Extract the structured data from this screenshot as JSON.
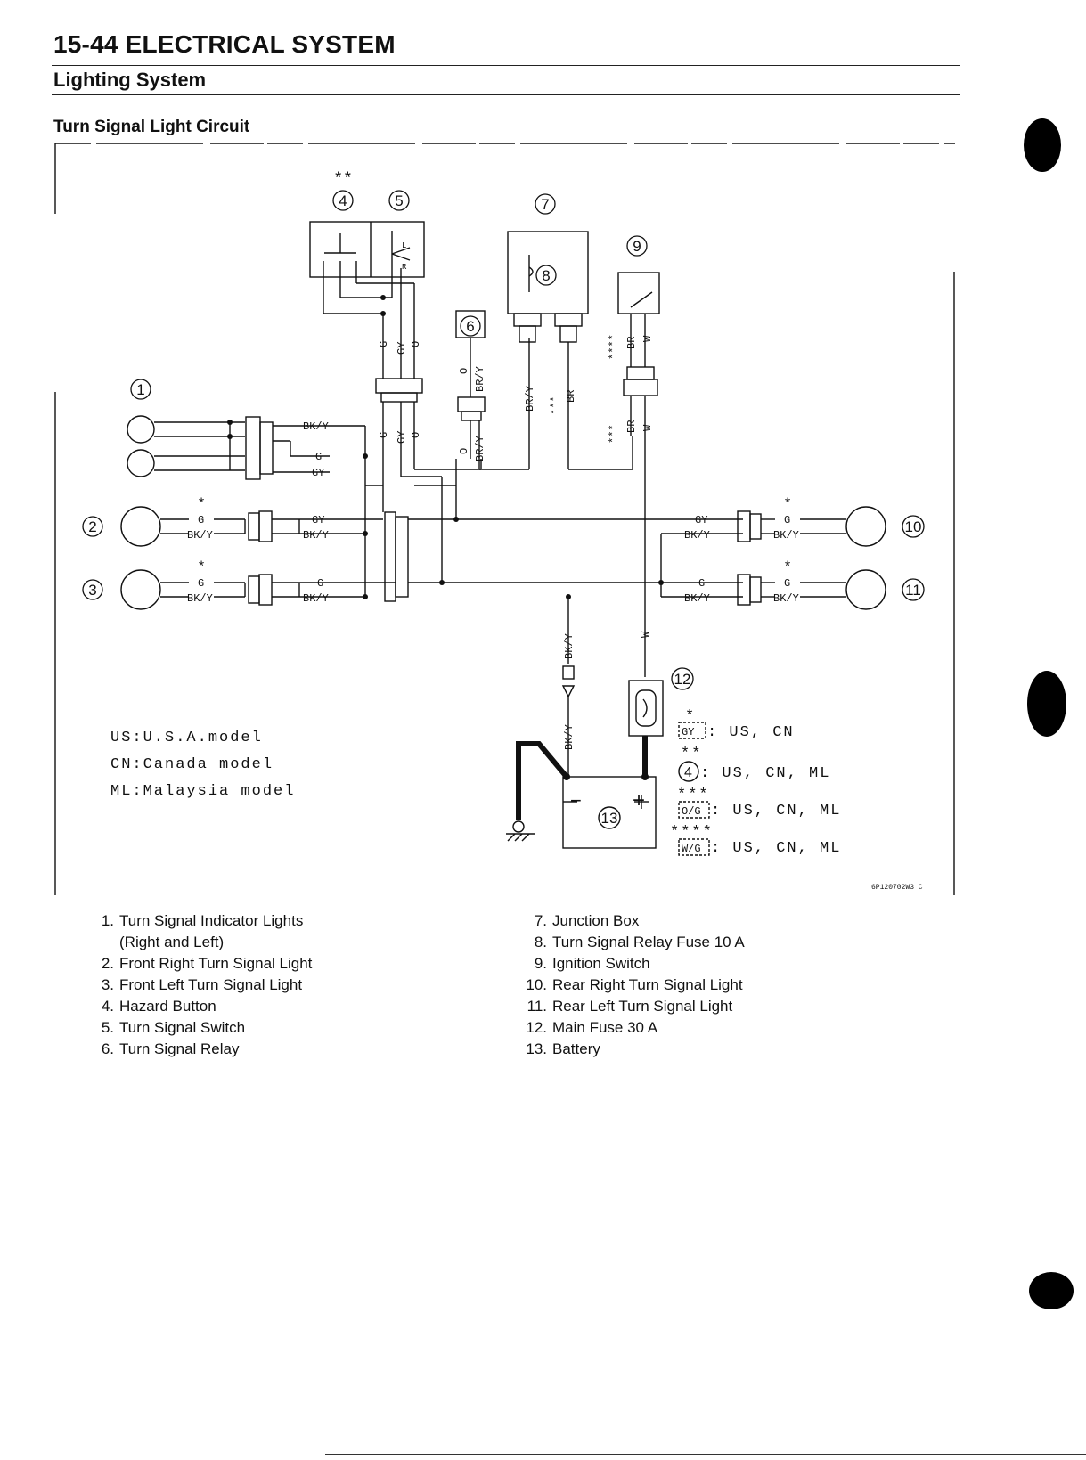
{
  "header": {
    "title": "15-44 ELECTRICAL SYSTEM",
    "section": "Lighting System",
    "subsection": "Turn Signal Light Circuit"
  },
  "diagram": {
    "callouts": [
      "1",
      "2",
      "3",
      "4",
      "5",
      "6",
      "7",
      "8",
      "9",
      "10",
      "11",
      "12",
      "13"
    ],
    "wires": {
      "bky": "BK/Y",
      "g": "G",
      "gy": "GY",
      "o": "O",
      "bry": "BR/Y",
      "br": "BR",
      "w": "W"
    },
    "markers": {
      "one": "*",
      "two": "**",
      "three": "***",
      "four": "****"
    },
    "terminals": {
      "l": "L",
      "r": "R",
      "minus": "−",
      "plus": "+"
    },
    "model_notes": [
      "US:U.S.A.model",
      "CN:Canada model",
      "ML:Malaysia model"
    ],
    "footnotes": {
      "gy_box": "GY",
      "gy_text": ": US, CN",
      "c4_text": ": US, CN, ML",
      "og_box": "O/G",
      "og_text": ": US, CN, ML",
      "wg_box": "W/G",
      "wg_text": ": US, CN, ML"
    },
    "figure_code": "6P120702W3 C"
  },
  "legend": {
    "left": [
      {
        "n": "1.",
        "text": "Turn Signal Indicator Lights"
      },
      {
        "n": "",
        "text": "(Right and Left)"
      },
      {
        "n": "2.",
        "text": "Front Right Turn Signal Light"
      },
      {
        "n": "3.",
        "text": "Front Left Turn Signal Light"
      },
      {
        "n": "4.",
        "text": "Hazard Button"
      },
      {
        "n": "5.",
        "text": "Turn Signal Switch"
      },
      {
        "n": "6.",
        "text": "Turn Signal Relay"
      }
    ],
    "right": [
      {
        "n": "7.",
        "text": "Junction Box"
      },
      {
        "n": "8.",
        "text": "Turn Signal Relay Fuse 10 A"
      },
      {
        "n": "9.",
        "text": "Ignition Switch"
      },
      {
        "n": "10.",
        "text": "Rear Right Turn Signal Light"
      },
      {
        "n": "11.",
        "text": "Rear Left Turn Signal Light"
      },
      {
        "n": "12.",
        "text": "Main Fuse 30 A"
      },
      {
        "n": "13.",
        "text": "Battery"
      }
    ]
  }
}
